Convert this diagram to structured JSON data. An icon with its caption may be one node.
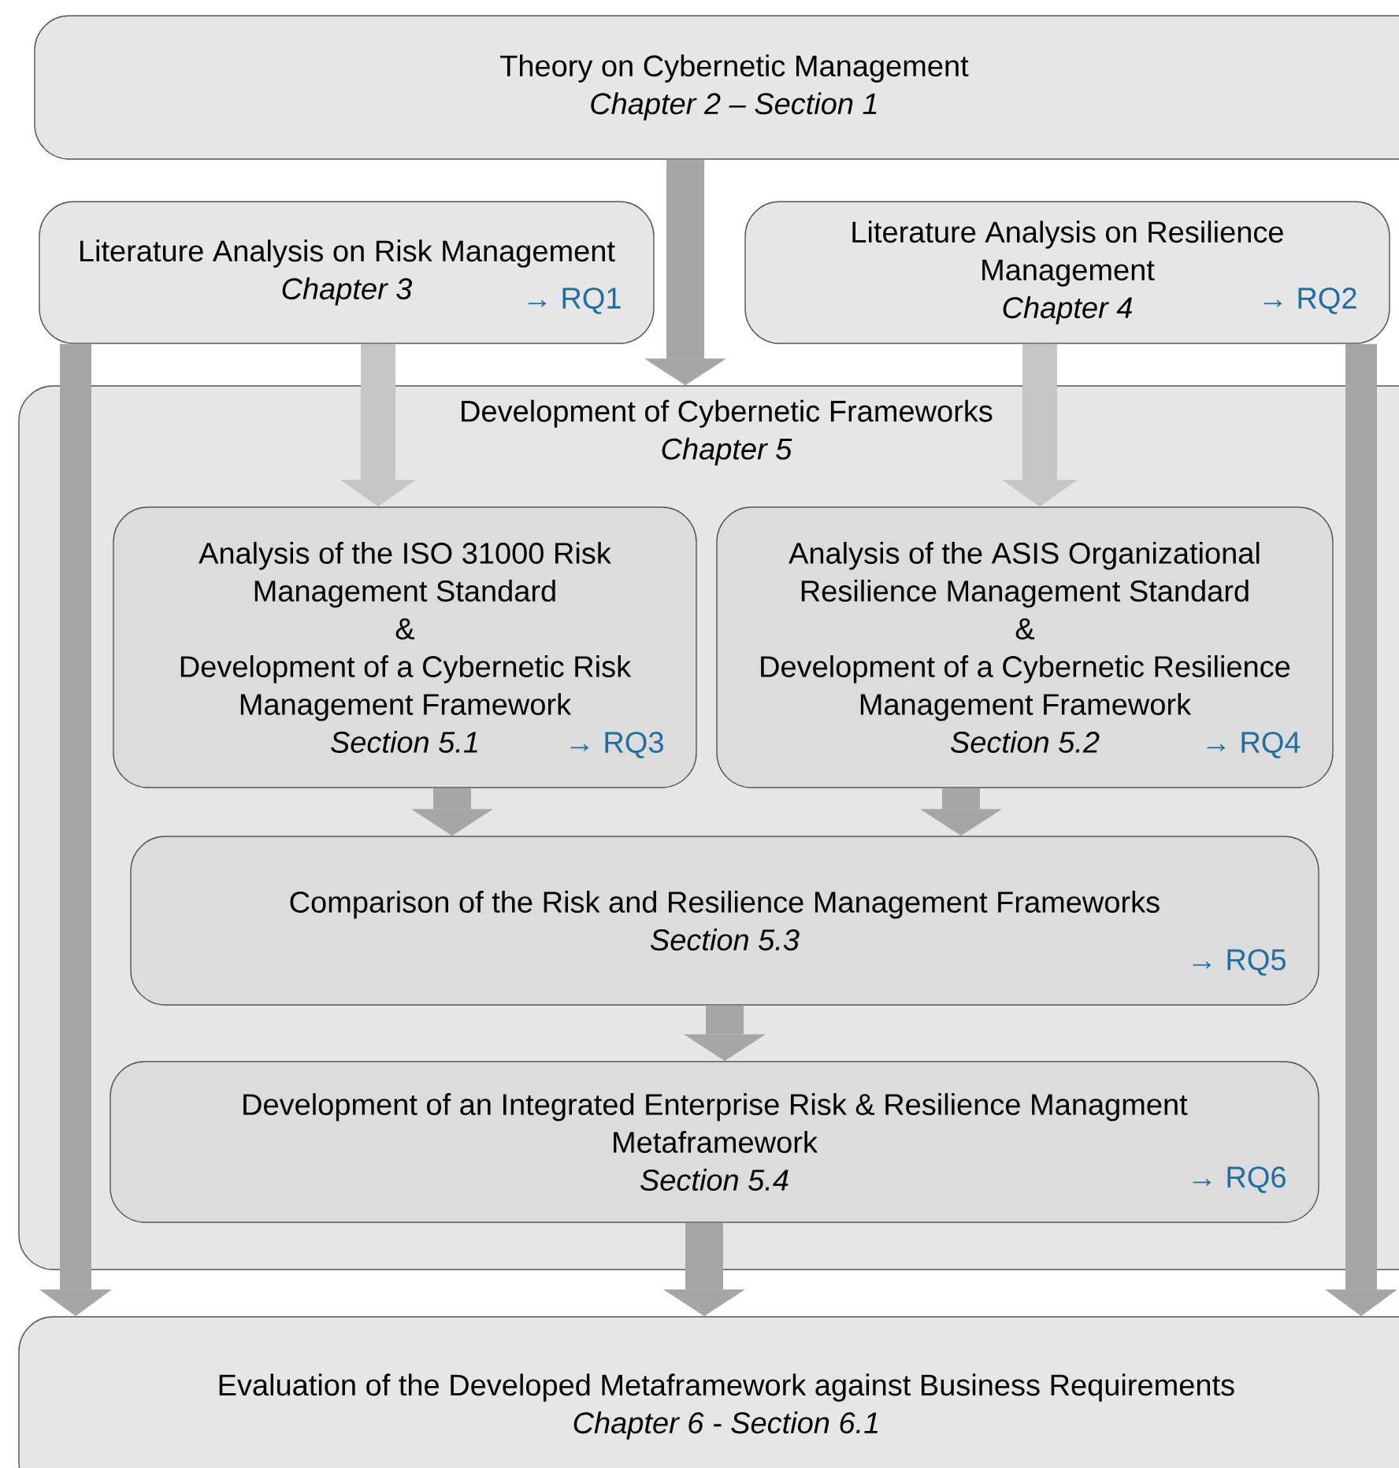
{
  "diagram": {
    "nodes": [
      {
        "text": [
          "Theory on Cybernetic Management",
          "Chapter 2 – Section 1"
        ]
      },
      {
        "text": [
          "Literature Analysis on Risk Management",
          "Chapter 3",
          "→ RQ1"
        ]
      },
      {
        "text": [
          "Literature Analysis on Resilience Management",
          "Chapter 4",
          "→ RQ2"
        ]
      },
      {
        "text": [
          "Development of Cybernetic Frameworks",
          "Chapter 5"
        ]
      },
      {
        "text": [
          "Analysis of the ISO 31000 Risk Management Standard",
          "&",
          "Development of a Cybernetic Risk Management Framework",
          "Section 5.1",
          "→ RQ3"
        ],
        "in": 3
      },
      {
        "text": [
          "Analysis of the ASIS Organizational Resilience Management Standard",
          "&",
          "Development of a Cybernetic Resilience Management Framework",
          "Section 5.2",
          "→ RQ4"
        ],
        "in": 3
      },
      {
        "text": [
          "Comparison of the Risk and Resilience Management Frameworks",
          "Section 5.3",
          "→ RQ5"
        ],
        "in": 3
      },
      {
        "text": [
          "Development of an Integrated Enterprise Risk & Resilience Managment Metaframework",
          "Section 5.4",
          "→ RQ6"
        ],
        "in": 3
      },
      {
        "text": [
          "Evaluation of the Developed Metaframework against Business Requirements",
          "Chapter 6 - Section 6.1"
        ]
      }
    ],
    "edges": [
      {
        "from": 0,
        "to": 3,
        "arrow": "to"
      },
      {
        "from": 1,
        "to": 4,
        "arrow": "to",
        "color": "#c6c6c6"
      },
      {
        "from": 1,
        "to": 8,
        "arrow": "to"
      },
      {
        "from": 2,
        "to": 5,
        "arrow": "to",
        "color": "#c6c6c6"
      },
      {
        "from": 2,
        "to": 8,
        "arrow": "to"
      },
      {
        "from": 4,
        "to": 6,
        "arrow": "to"
      },
      {
        "from": 5,
        "to": 6,
        "arrow": "to"
      },
      {
        "from": 6,
        "to": 7,
        "arrow": "to"
      },
      {
        "from": 7,
        "to": 8,
        "arrow": "to"
      }
    ]
  }
}
